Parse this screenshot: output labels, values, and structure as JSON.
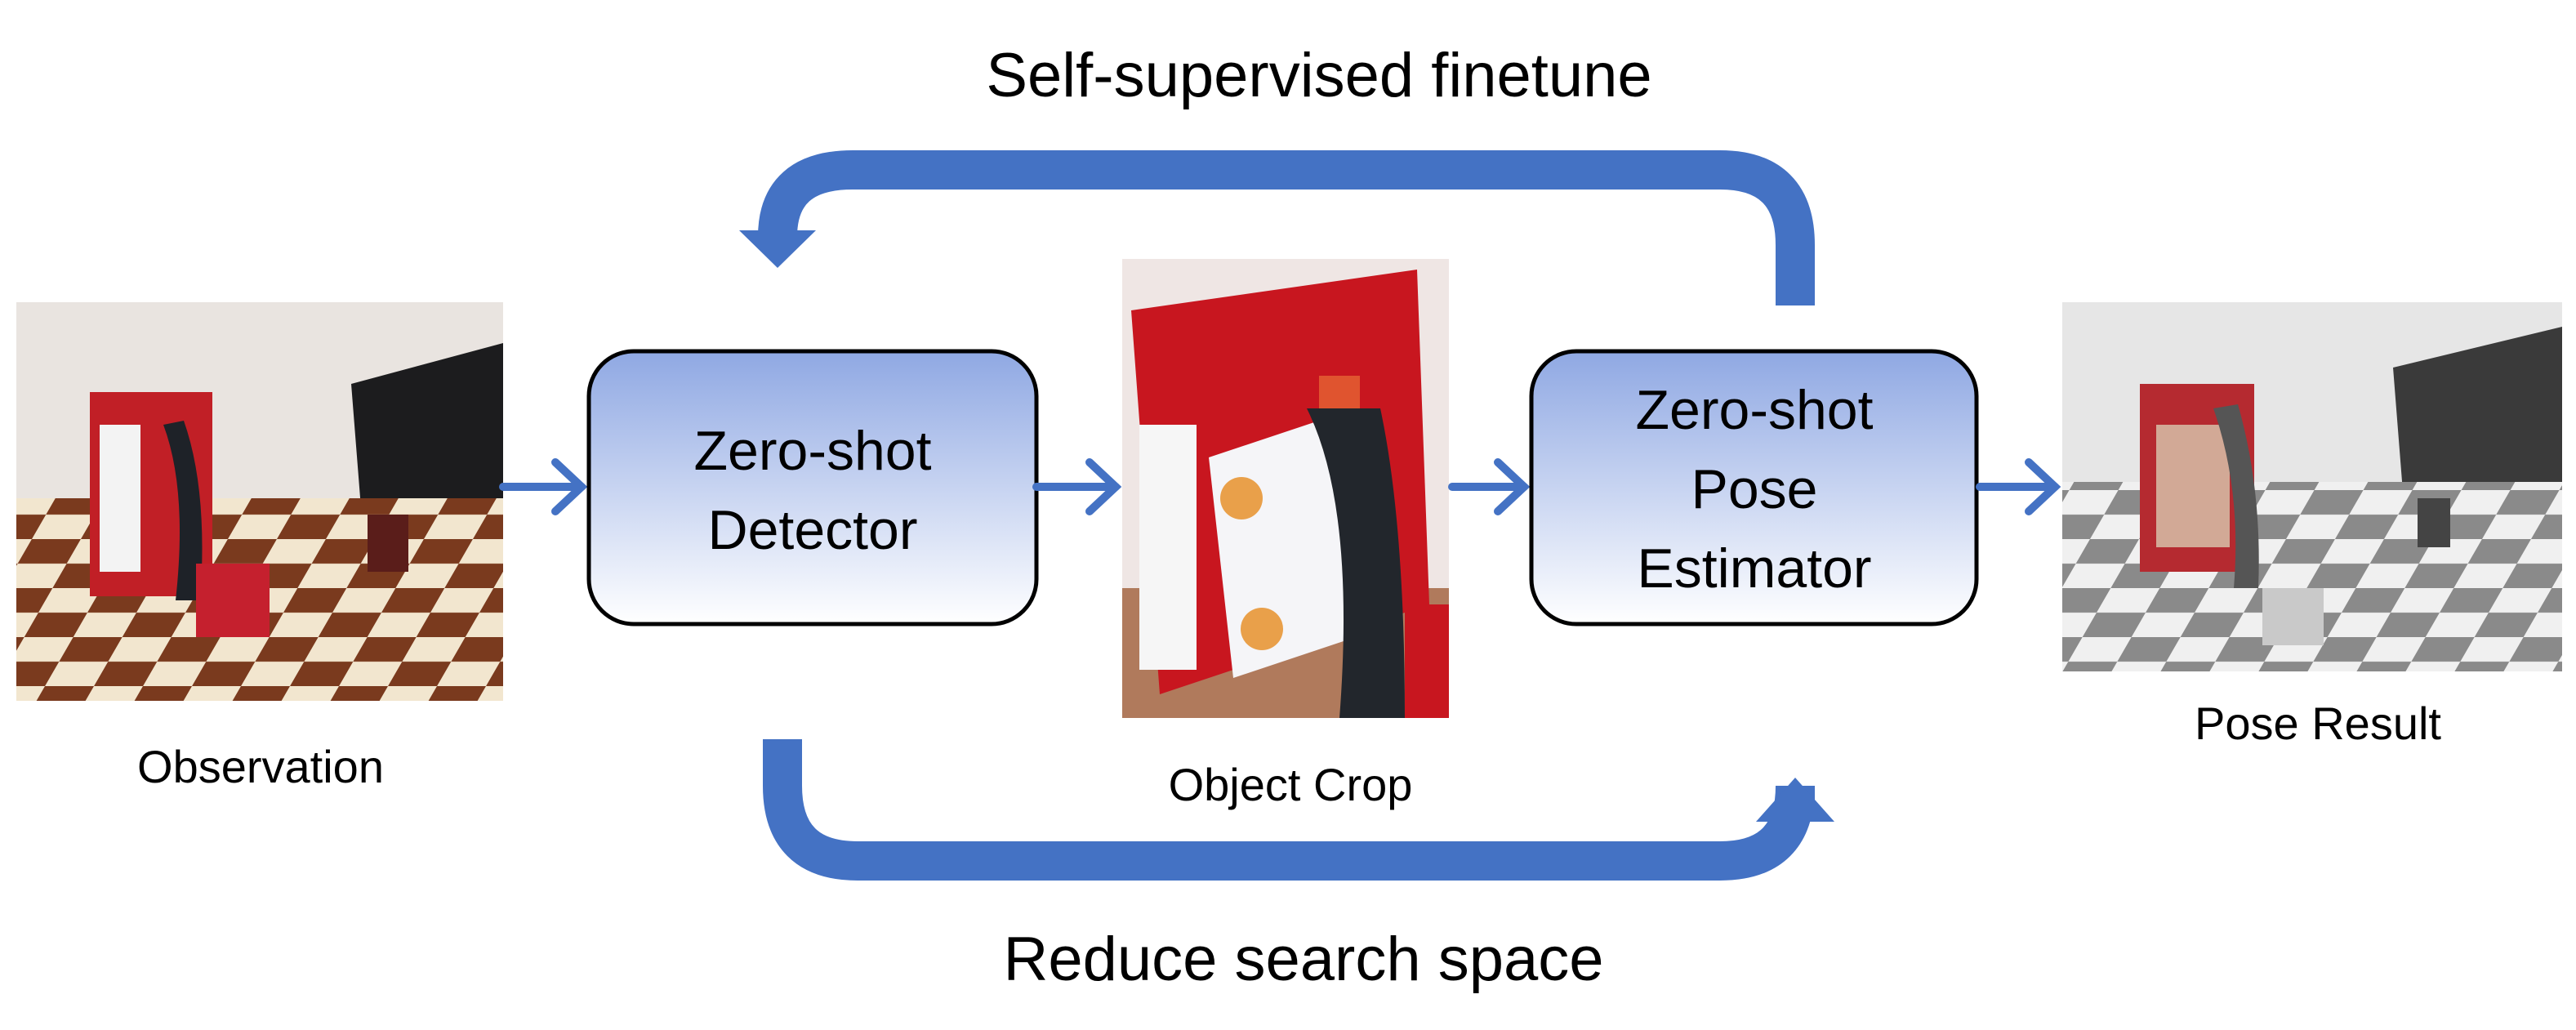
{
  "title_top": "Self-supervised finetune",
  "title_bottom": "Reduce search space",
  "boxes": {
    "detector": {
      "line1": "Zero-shot",
      "line2": "Detector"
    },
    "pose": {
      "line1": "Zero-shot",
      "line2": "Pose",
      "line3": "Estimator"
    }
  },
  "images": {
    "observation": "Observation",
    "crop": "Object Crop",
    "result": "Pose Result"
  },
  "colors": {
    "arrow": "#4472C4",
    "box_top": "#8FA8E3",
    "box_bottom": "#FFFFFF"
  }
}
